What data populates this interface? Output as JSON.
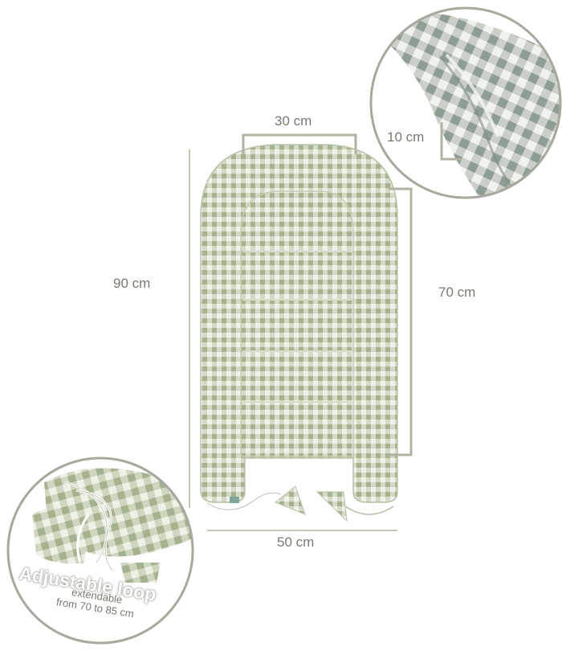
{
  "dimensions": {
    "top_width": "30 cm",
    "full_length": "90 cm",
    "inner_length": "70 cm",
    "bottom_width": "50 cm",
    "side_height": "10 cm"
  },
  "loop_callout": {
    "title": "Adjustable loop",
    "line1": "extendable",
    "line2": "from 70 to 85 cm"
  },
  "colors": {
    "gingham_dark": "#a9b49a",
    "gingham_light": "#eef1e8",
    "gingham_green": "#9fb08c",
    "callout_gray": "#a4a499",
    "cord_tan": "#c9bfa7",
    "inner_line": "#bdbba8"
  }
}
